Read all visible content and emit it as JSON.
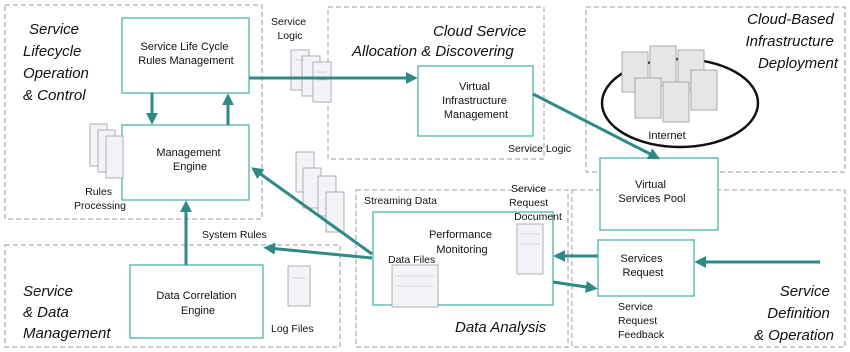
{
  "regions": {
    "lifecycle": [
      "Service",
      "Lifecycle",
      "Operation",
      "& Control"
    ],
    "cloud_service": [
      "Cloud Service",
      "Allocation & Discovering"
    ],
    "infrastructure": [
      "Cloud-Based",
      "Infrastructure",
      "Deployment"
    ],
    "data_management": [
      "Service",
      "& Data",
      "Management"
    ],
    "data_analysis": "Data Analysis",
    "definition": [
      "Service",
      "Definition",
      "& Operation"
    ]
  },
  "nodes": {
    "rules_mgmt": [
      "Service Life Cycle",
      "Rules Management"
    ],
    "mgmt_engine": [
      "Management",
      "Engine"
    ],
    "virtual_infra": [
      "Virtual",
      "Infrastructure",
      "Management"
    ],
    "services_pool": [
      "Virtual",
      "Services Pool"
    ],
    "perf_monitor": [
      "Performance",
      "Monitoring"
    ],
    "services_request": [
      "Services",
      "Request"
    ],
    "data_correlation": [
      "Data Correlation",
      "Engine"
    ]
  },
  "labels": {
    "service_logic_top": [
      "Service",
      "Logic"
    ],
    "service_logic_bottom": "Service Logic",
    "rules_processing": [
      "Rules",
      "Processing"
    ],
    "streaming_data": "Streaming Data",
    "request_document": [
      "Service",
      "Request",
      "Document"
    ],
    "system_rules": "System Rules",
    "data_files": "Data Files",
    "log_files": "Log Files",
    "request_feedback": [
      "Service",
      "Request",
      "Feedback"
    ],
    "internet": "Internet"
  },
  "colors": {
    "accent": "#2f8a86",
    "node_border": "#5cb8b2",
    "region_border": "#9a9a9a"
  }
}
